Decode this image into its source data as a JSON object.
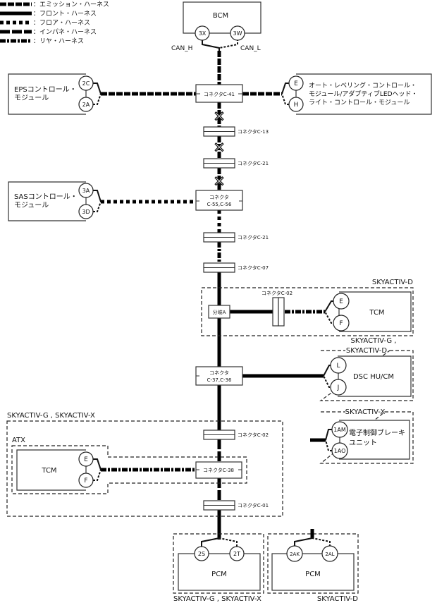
{
  "legend": [
    {
      "label": "：エミッション・ハーネス",
      "style": "emission"
    },
    {
      "label": "：フロント・ハーネス",
      "style": "front"
    },
    {
      "label": "：フロア・ハーネス",
      "style": "floor"
    },
    {
      "label": "：インパネ・ハーネス",
      "style": "instrument"
    },
    {
      "label": "：リヤ・ハーネス",
      "style": "rear"
    }
  ],
  "bcm": {
    "name": "BCM",
    "pins": [
      "3X",
      "3W"
    ],
    "signals": [
      "CAN_H",
      "CAN_L"
    ]
  },
  "eps": {
    "name_line1": "EPSコントロール・",
    "name_line2": "モジュール",
    "pins": [
      "2C",
      "2A"
    ]
  },
  "headlight": {
    "name_line1": "オート・レベリング・コントロール・",
    "name_line2": "モジュール/アダプティブLEDヘッド・",
    "name_line3": "ライト・コントロール・モジュール",
    "pins": [
      "E",
      "H"
    ]
  },
  "sas": {
    "name_line1": "SASコントロール・",
    "name_line2": "モジュール",
    "pins": [
      "3A",
      "3D"
    ]
  },
  "connectors": {
    "c41": "コネクタC-41",
    "c13": "コネクタC-13",
    "c21a": "コネクタC-21",
    "c5556_line1": "コネクタ",
    "c5556_line2": "C-55,C-56",
    "c21b": "コネクタC-21",
    "c07": "コネクタC-07",
    "c02_tcm": "コネクタC-02",
    "branch_a": "分岐A",
    "c3736_line1": "コネクタ",
    "c3736_line2": "C-37,C-36",
    "c02": "コネクタC-02",
    "c38": "コネクタC-38",
    "c01": "コネクタC-01"
  },
  "tcm_d": {
    "group": "SKYACTIV-D",
    "name": "TCM",
    "pins": [
      "E",
      "F"
    ]
  },
  "dsc": {
    "group_line1": "SKYACTIV-G ,",
    "group_line2": "SKYACTIV-D",
    "name": "DSC HU/CM",
    "pins": [
      "L",
      "J"
    ]
  },
  "ebrake": {
    "group": "SKYACTIV-X",
    "name_line1": "電子制御ブレーキ",
    "name_line2": "ユニット",
    "pins": [
      "1AM",
      "1AO"
    ]
  },
  "gx_group": {
    "label": "SKYACTIV-G , SKYACTIV-X"
  },
  "atx": {
    "label": "ATX",
    "name": "TCM",
    "pins": [
      "E",
      "F"
    ]
  },
  "pcm_gx": {
    "name": "PCM",
    "pins": [
      "2S",
      "2T"
    ],
    "group": "SKYACTIV-G , SKYACTIV-X"
  },
  "pcm_d": {
    "name": "PCM",
    "pins": [
      "2AK",
      "2AL"
    ],
    "group": "SKYACTIV-D"
  }
}
